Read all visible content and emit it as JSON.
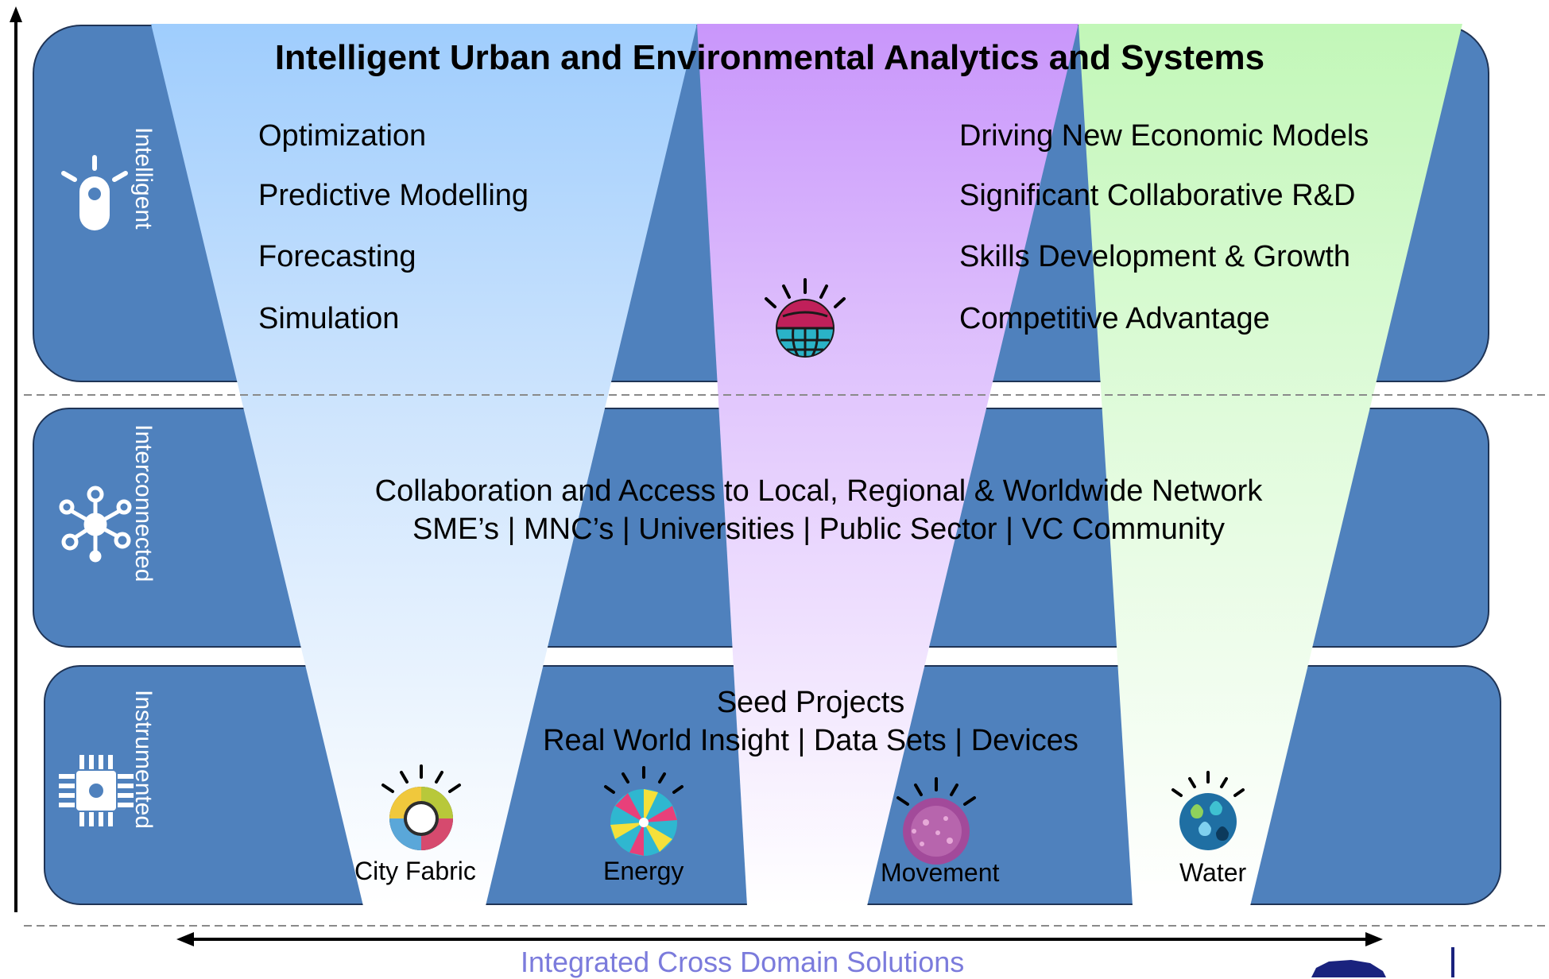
{
  "title": "Intelligent Urban and Environmental Analytics and Systems",
  "layers": {
    "intelligent": "Intelligent",
    "interconnected": "Interconnected",
    "instrumented": "Instrumented"
  },
  "intelligent_left": [
    "Optimization",
    "Predictive Modelling",
    "Forecasting",
    "Simulation"
  ],
  "intelligent_right": [
    "Driving New Economic Models",
    "Significant Collaborative R&D",
    "Skills Development & Growth",
    "Competitive Advantage"
  ],
  "interconnected": {
    "line1": "Collaboration and Access to Local, Regional & Worldwide Network",
    "line2": "SME’s | MNC’s | Universities | Public Sector | VC Community"
  },
  "instrumented": {
    "line1": "Seed Projects",
    "line2": "Real World Insight | Data Sets | Devices"
  },
  "domains": [
    "City Fabric",
    "Energy",
    "Movement",
    "Water"
  ],
  "bottom_label": "Integrated Cross Domain Solutions",
  "colors": {
    "layer_band": "#4f81bd",
    "blue_funnel": "#9fcdfd",
    "purple_funnel": "#c996fb",
    "green_funnel": "#c8f7c0",
    "bottom_text": "#7b7bdc"
  },
  "icons": [
    "lightbulb-icon",
    "network-hub-icon",
    "chip-icon",
    "smarter-planet-globe-icon",
    "city-fabric-icon",
    "energy-icon",
    "movement-icon",
    "water-icon"
  ]
}
